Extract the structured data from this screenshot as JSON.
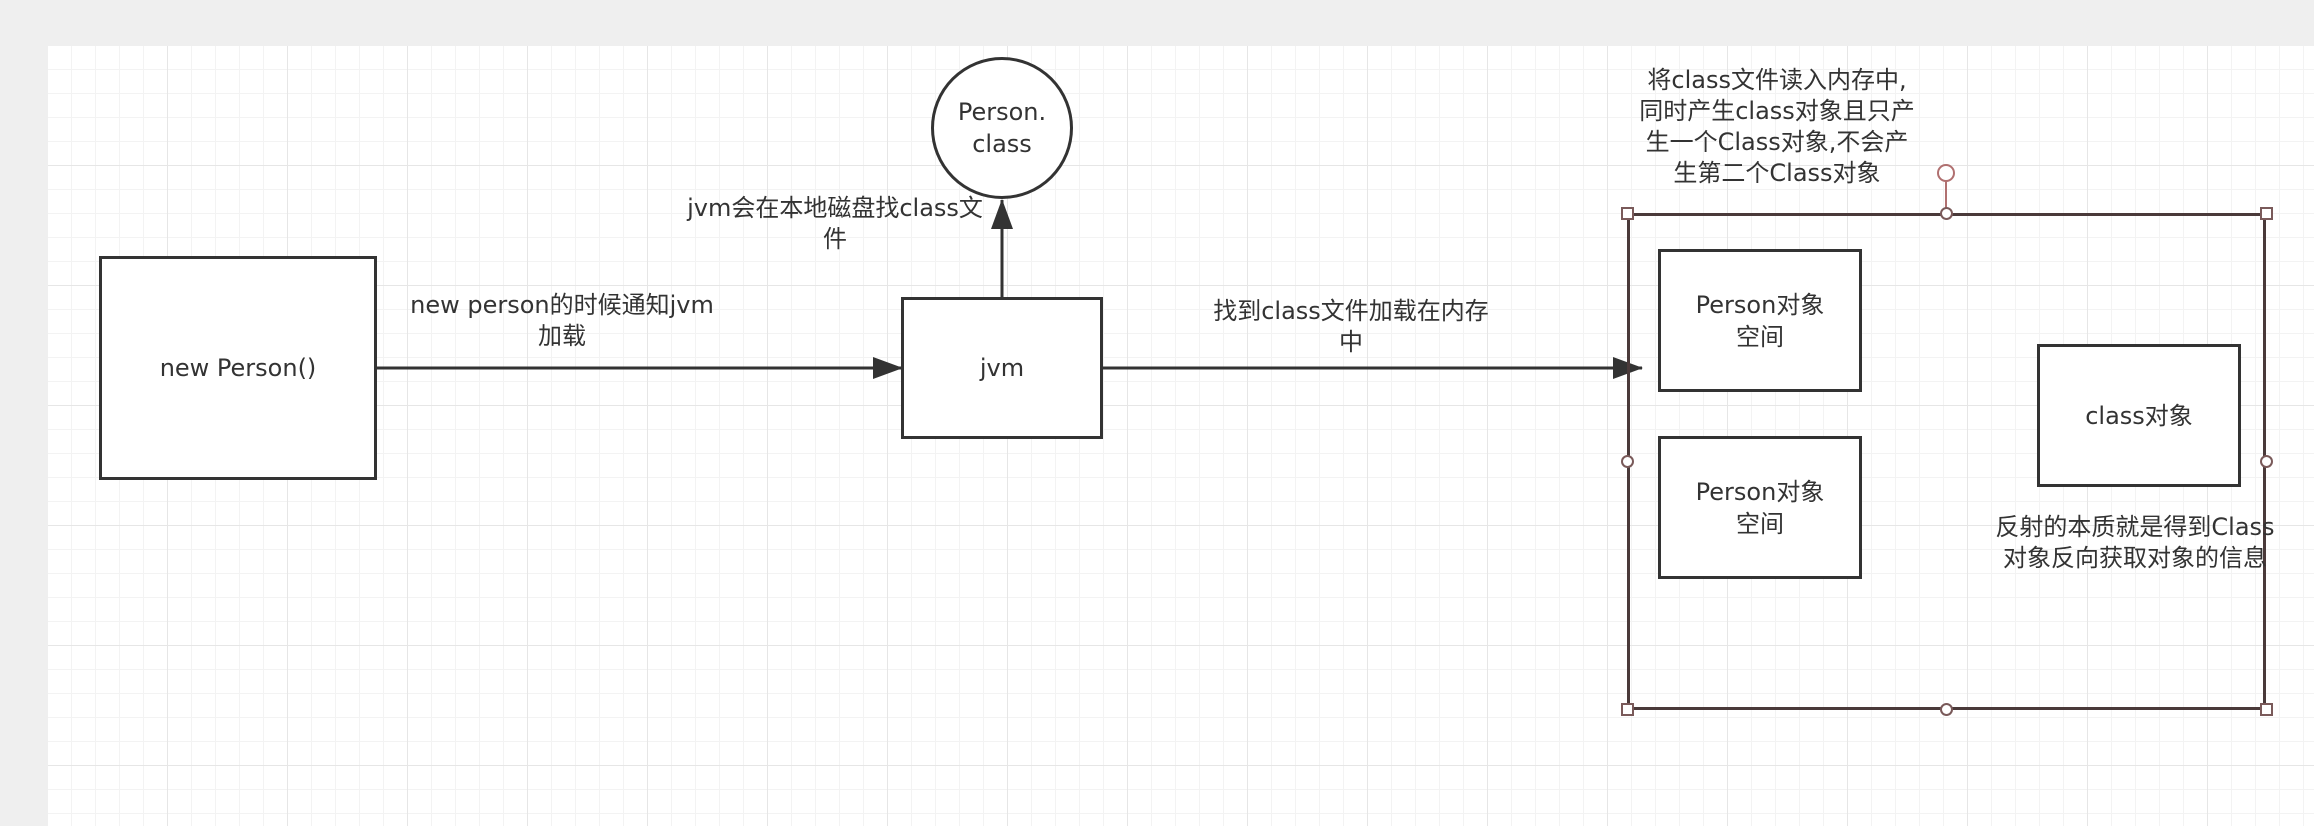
{
  "diagram": {
    "nodes": {
      "new_person": "new Person()",
      "jvm": "jvm",
      "person_class_line1": "Person.",
      "person_class_line2": "class",
      "person_space_1_line1": "Person对象",
      "person_space_1_line2": "空间",
      "person_space_2_line1": "Person对象",
      "person_space_2_line2": "空间",
      "class_object": "class对象"
    },
    "edges": {
      "new_to_jvm_line1": "new person的时候通知jvm",
      "new_to_jvm_line2": "加载",
      "jvm_to_class_line1": "jvm会在本地磁盘找class文",
      "jvm_to_class_line2": "件",
      "jvm_to_memory_line1": "找到class文件加载在内存",
      "jvm_to_memory_line2": "中"
    },
    "annotations": {
      "top_note_line1": "将class文件读入内存中,",
      "top_note_line2": "同时产生class对象且只产",
      "top_note_line3": "生一个Class对象,不会产",
      "top_note_line4": "生第二个Class对象",
      "reflection_line1": "反射的本质就是得到Class",
      "reflection_line2": "对象反向获取对象的信息"
    },
    "colors": {
      "stroke": "#333333",
      "selection": "#4a3a3a",
      "rotate_handle": "#b07070"
    }
  }
}
